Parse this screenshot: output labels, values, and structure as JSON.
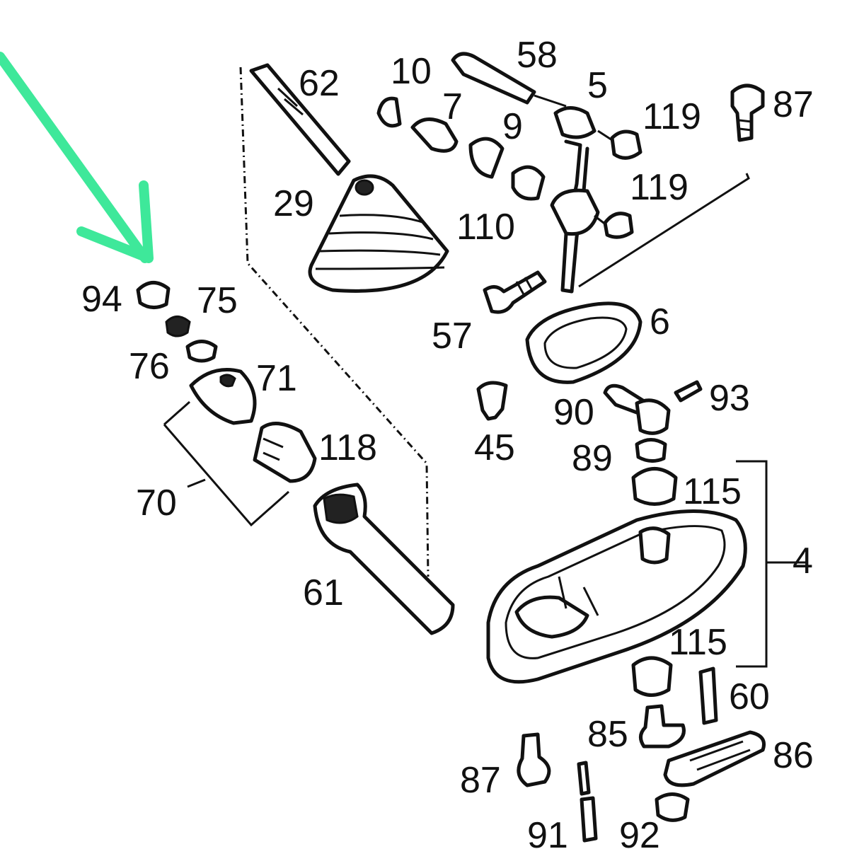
{
  "diagram": {
    "labels": {
      "p4": "4",
      "p5": "5",
      "p6": "6",
      "p7": "7",
      "p9": "9",
      "p10": "10",
      "p29": "29",
      "p45": "45",
      "p57": "57",
      "p58": "58",
      "p60": "60",
      "p61": "61",
      "p62": "62",
      "p70": "70",
      "p71": "71",
      "p75": "75",
      "p76": "76",
      "p85": "85",
      "p86": "86",
      "p87a": "87",
      "p87b": "87",
      "p89": "89",
      "p90": "90",
      "p91": "91",
      "p92": "92",
      "p93": "93",
      "p94": "94",
      "p110": "110",
      "p115a": "115",
      "p115b": "115",
      "p118": "118",
      "p119a": "119",
      "p119b": "119"
    },
    "colors": {
      "arrow": "#3ee89a",
      "line": "#111111",
      "background": "#ffffff"
    },
    "arrow_icon": "arrow-down-left-icon"
  }
}
